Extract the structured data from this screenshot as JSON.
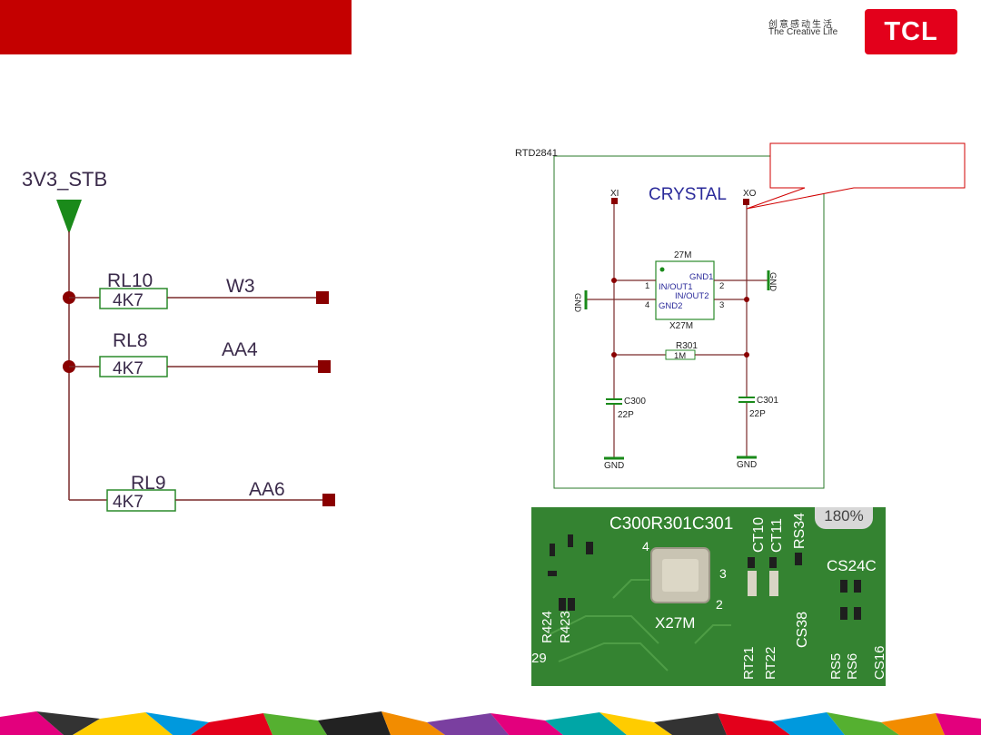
{
  "header": {
    "logo_zh": "创意感动生活",
    "logo_en": "The Creative Life",
    "brand": "TCL",
    "banner_color": "#c40000",
    "brand_color": "#e3001b"
  },
  "left_schematic": {
    "power_label": "3V3_STB",
    "resistors": [
      {
        "ref": "RL10",
        "value": "4K7",
        "net": "W3"
      },
      {
        "ref": "RL8",
        "value": "4K7",
        "net": "AA4"
      },
      {
        "ref": "RL9",
        "value": "4K7",
        "net": "AA6"
      }
    ]
  },
  "crystal_schematic": {
    "chip_label": "RTD2841",
    "title": "CRYSTAL",
    "pin_xi": "XI",
    "pin_xo": "XO",
    "part_value": "27M",
    "part_ref": "X27M",
    "pins": {
      "p1": "1",
      "p2": "2",
      "p3": "3",
      "p4": "4",
      "in_out1": "IN/OUT1",
      "in_out2": "IN/OUT2",
      "gnd1": "GND1",
      "gnd2": "GND2"
    },
    "gnd_label": "GND",
    "resistor": {
      "ref": "R301",
      "value": "1M"
    },
    "cap_left": {
      "ref": "C300",
      "value": "22P"
    },
    "cap_right": {
      "ref": "C301",
      "value": "22P"
    }
  },
  "photo": {
    "zoom": "180%",
    "silk": {
      "top": "C300R301C301",
      "ct10": "CT10",
      "ct11": "CT11",
      "rs34": "RS34",
      "cs24": "CS24C",
      "cs38": "CS38",
      "x27m": "X27M",
      "pin4": "4",
      "pin3": "3",
      "pin2": "2",
      "r424": "R424",
      "r423": "R423",
      "n29": "29",
      "rt21": "RT21",
      "rt22": "RT22",
      "rs5": "RS5",
      "rs6": "RS6",
      "cs16": "CS16"
    }
  }
}
